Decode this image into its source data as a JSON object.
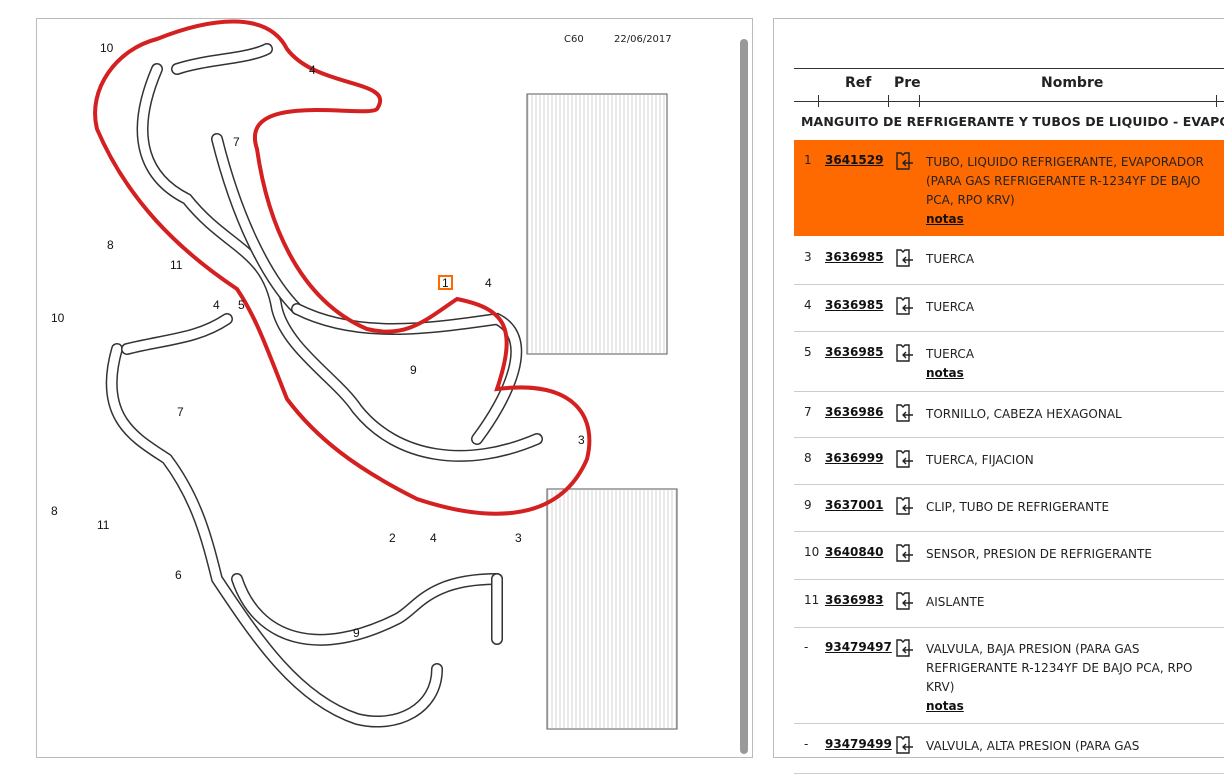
{
  "diagram": {
    "code": "C60",
    "date": "22/06/2017",
    "callouts": [
      "10",
      "4",
      "7",
      "8",
      "11",
      "10",
      "4",
      "5",
      "1",
      "4",
      "9",
      "7",
      "3",
      "8",
      "11",
      "2",
      "4",
      "3",
      "6",
      "9"
    ]
  },
  "table": {
    "headers": {
      "ref": "Ref",
      "pre": "Pre",
      "name": "Nombre"
    },
    "section": "MANGUITO DE REFRIGERANTE Y TUBOS DE LIQUIDO - EVAPORADOR",
    "rows": [
      {
        "num": "1",
        "ref": "3641529",
        "name": "TUBO, LIQUIDO REFRIGERANTE, EVAPORADOR (PARA GAS REFRIGERANTE R-1234YF DE BAJO PCA, RPO KRV)",
        "notes": "notas",
        "selected": true
      },
      {
        "num": "3",
        "ref": "3636985",
        "name": "TUERCA"
      },
      {
        "num": "4",
        "ref": "3636985",
        "name": "TUERCA"
      },
      {
        "num": "5",
        "ref": "3636985",
        "name": "TUERCA",
        "notes": "notas"
      },
      {
        "num": "7",
        "ref": "3636986",
        "name": "TORNILLO, CABEZA HEXAGONAL"
      },
      {
        "num": "8",
        "ref": "3636999",
        "name": "TUERCA, FIJACION"
      },
      {
        "num": "9",
        "ref": "3637001",
        "name": "CLIP, TUBO DE REFRIGERANTE"
      },
      {
        "num": "10",
        "ref": "3640840",
        "name": "SENSOR, PRESION DE REFRIGERANTE"
      },
      {
        "num": "11",
        "ref": "3636983",
        "name": "AISLANTE"
      },
      {
        "num": "-",
        "ref": "93479497",
        "name": "VALVULA, BAJA PRESION (PARA GAS REFRIGERANTE R-1234YF DE BAJO PCA, RPO KRV)",
        "notes": "notas"
      },
      {
        "num": "-",
        "ref": "93479499",
        "name": "VALVULA, ALTA PRESION (PARA GAS"
      }
    ]
  },
  "colors": {
    "selected": "#ff6a00",
    "highlight_outline": "#d42020"
  }
}
